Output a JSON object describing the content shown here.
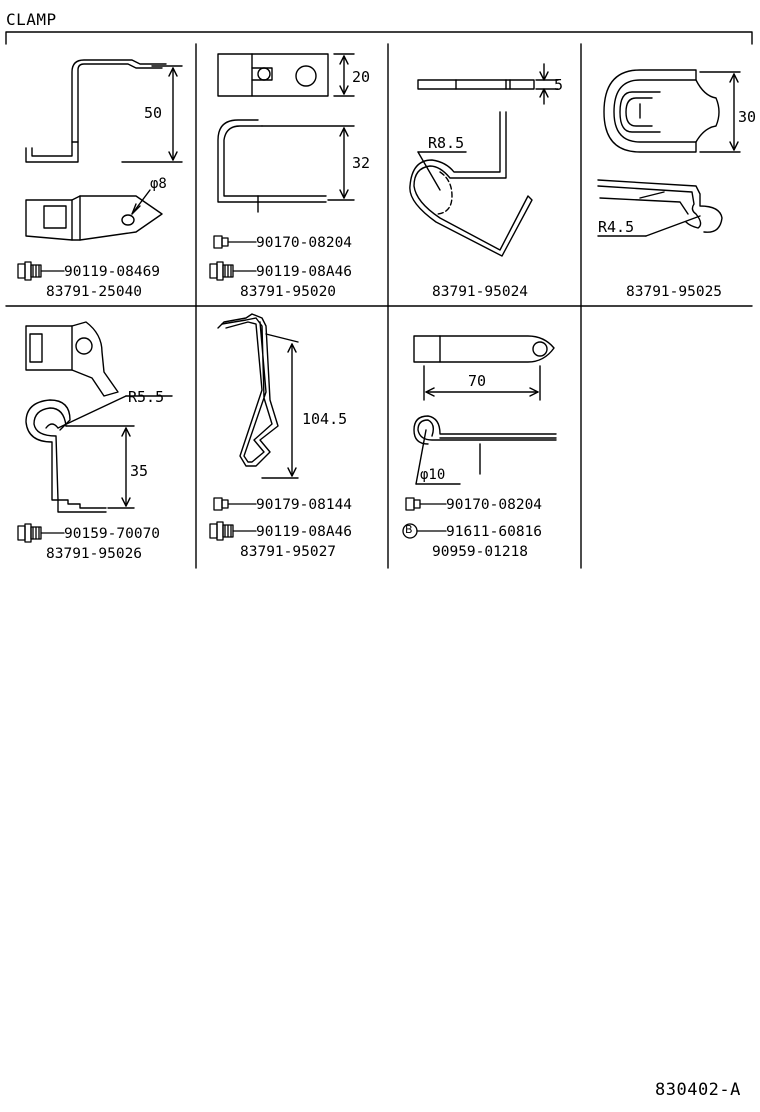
{
  "title": "CLAMP",
  "footer_code": "830402-A",
  "cells": [
    {
      "id": "25040",
      "part_number": "83791-25040",
      "dims": [
        "50",
        "φ8"
      ],
      "fasteners": [
        {
          "type": "bolt-washer",
          "number": "90119-08469"
        }
      ]
    },
    {
      "id": "95020",
      "part_number": "83791-95020",
      "dims": [
        "20",
        "32"
      ],
      "fasteners": [
        {
          "type": "bolt",
          "number": "90170-08204"
        },
        {
          "type": "bolt-washer",
          "number": "90119-08A46"
        }
      ]
    },
    {
      "id": "95024",
      "part_number": "83791-95024",
      "dims": [
        "5",
        "R8.5"
      ],
      "fasteners": []
    },
    {
      "id": "95025",
      "part_number": "83791-95025",
      "dims": [
        "30",
        "R4.5"
      ],
      "fasteners": []
    },
    {
      "id": "95026",
      "part_number": "83791-95026",
      "dims": [
        "R5.5",
        "35"
      ],
      "fasteners": [
        {
          "type": "bolt-washer",
          "number": "90159-70070"
        }
      ]
    },
    {
      "id": "95027",
      "part_number": "83791-95027",
      "dims": [
        "104.5"
      ],
      "fasteners": [
        {
          "type": "bolt",
          "number": "90179-08144"
        },
        {
          "type": "bolt-washer",
          "number": "90119-08A46"
        }
      ]
    },
    {
      "id": "01218",
      "part_number": "90959-01218",
      "dims": [
        "70",
        "φ10"
      ],
      "fasteners": [
        {
          "type": "bolt",
          "number": "90170-08204"
        },
        {
          "type": "b-circle",
          "number": "91611-60816"
        }
      ]
    }
  ]
}
